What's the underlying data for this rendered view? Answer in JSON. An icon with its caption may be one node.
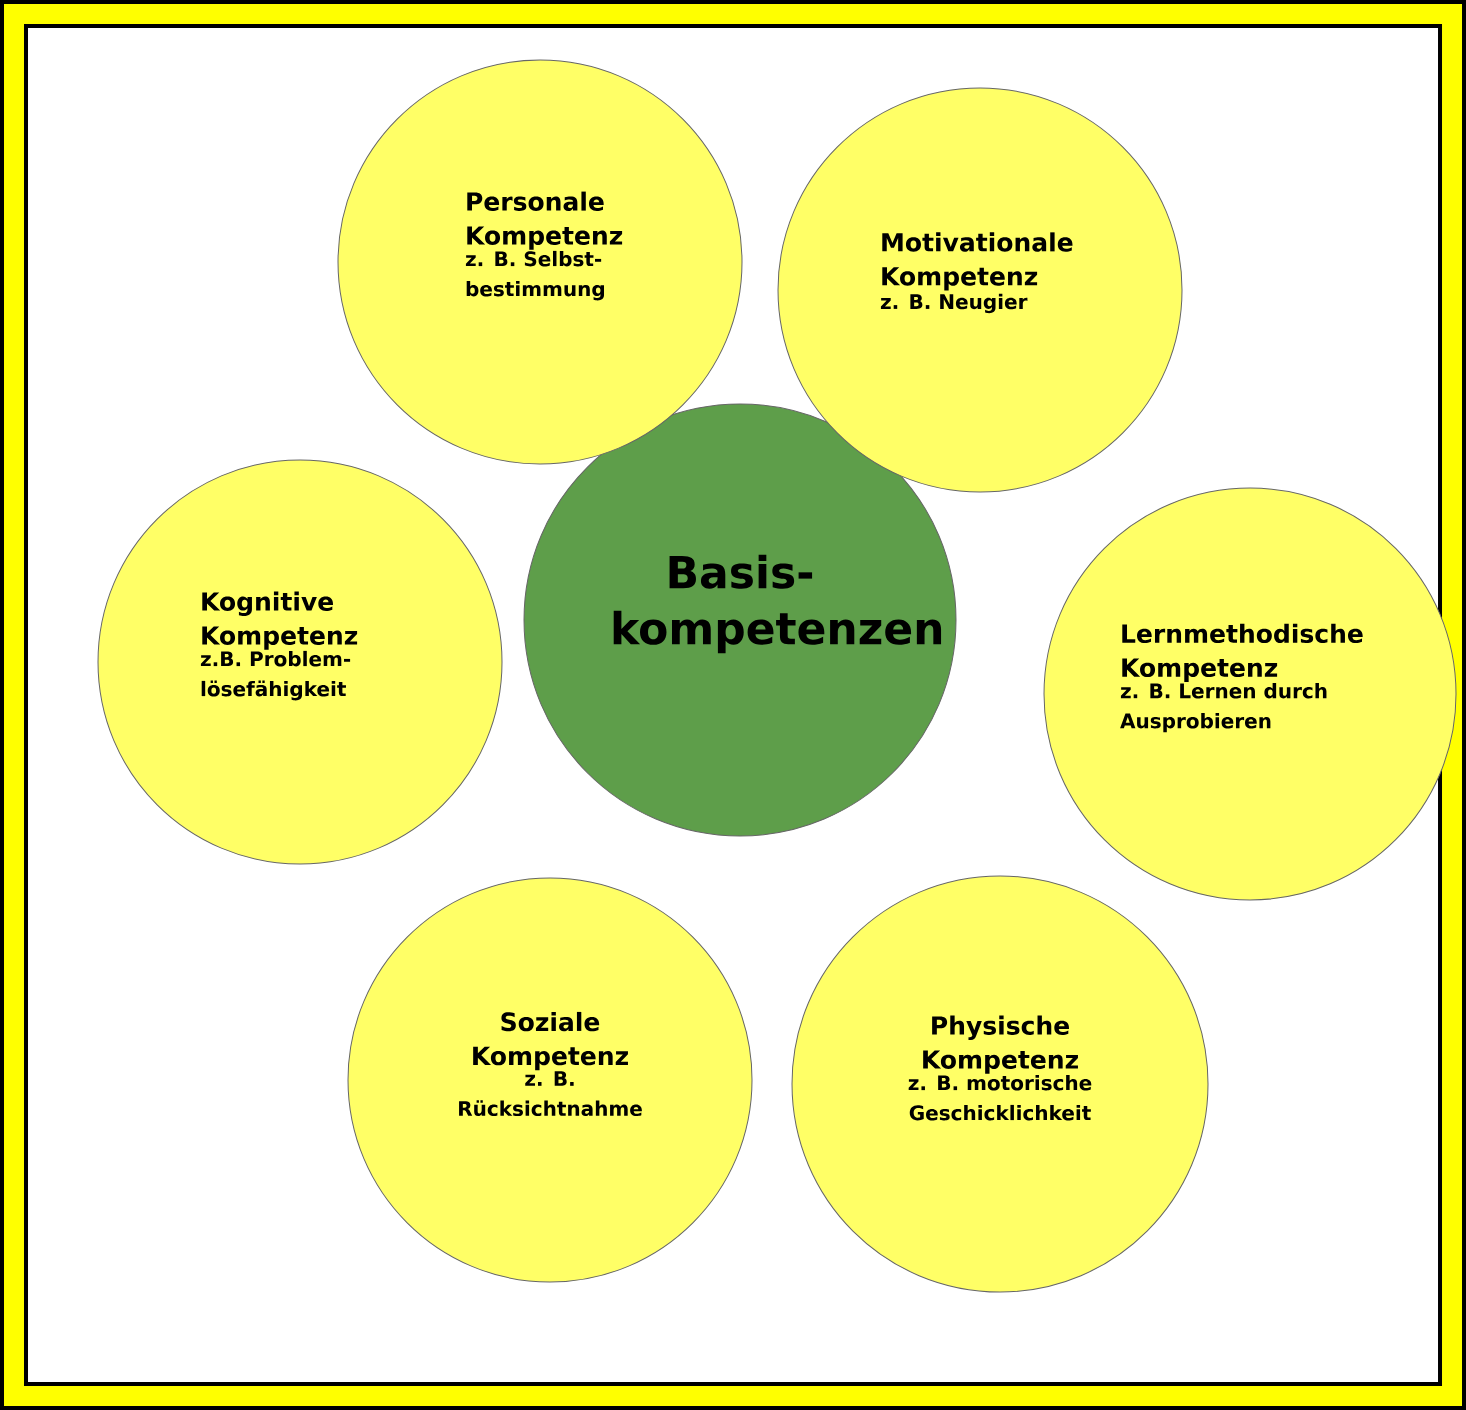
{
  "diagram": {
    "nodes": [
      {
        "text": [
          "Basis- kompetenzen"
        ]
      },
      {
        "text": [
          "Personale Kompetenz",
          "z. B. Selbst- bestimmung"
        ]
      },
      {
        "text": [
          "Motivationale Kompetenz",
          "z. B. Neugier"
        ]
      },
      {
        "text": [
          "Kognitive Kompetenz",
          "z.B. Problem- lösefähigkeit"
        ]
      },
      {
        "text": [
          "Lernmethodische Kompetenz",
          "z. B. Lernen durch Ausprobieren"
        ]
      },
      {
        "text": [
          "Soziale Kompetenz",
          "z. B. Rücksichtnahme"
        ]
      },
      {
        "text": [
          "Physische Kompetenz",
          "z. B. motorische Geschicklichkeit"
        ]
      }
    ]
  }
}
